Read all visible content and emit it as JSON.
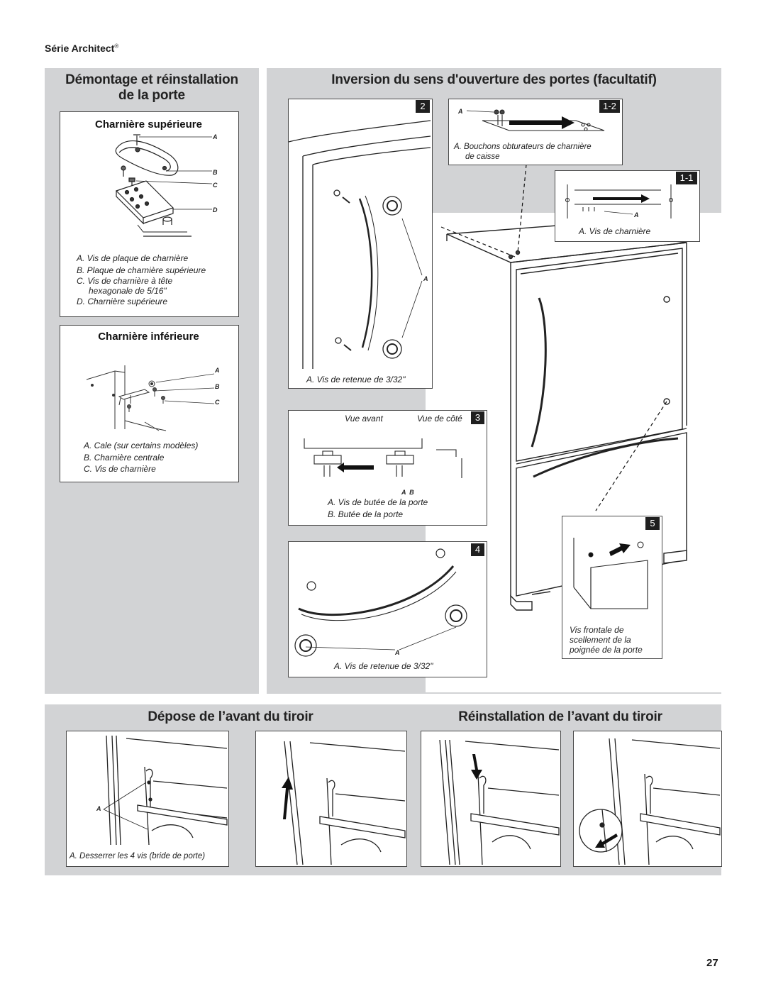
{
  "header": {
    "series_label": "Série Architect",
    "series_mark": "®"
  },
  "left_panel": {
    "title_line1": "Démontage et réinstallation",
    "title_line2": "de la porte",
    "upper_hinge": {
      "title": "Charnière supérieure",
      "callouts": [
        "A",
        "B",
        "C",
        "D"
      ],
      "legend": [
        "A. Vis de plaque de charnière",
        "B. Plaque de charnière supérieure",
        "C. Vis de charnière à tête",
        "hexagonale de 5/16\"",
        "D. Charnière supérieure"
      ]
    },
    "lower_hinge": {
      "title": "Charnière inférieure",
      "callouts": [
        "A",
        "B",
        "C"
      ],
      "legend": [
        "A. Cale (sur certains modèles)",
        "B. Charnière centrale",
        "C. Vis de charnière"
      ]
    }
  },
  "right_panel": {
    "title": "Inversion du sens d'ouverture des portes (facultatif)",
    "step2": {
      "number": "2",
      "callout": "A",
      "caption": "A. Vis de retenue de 3/32\""
    },
    "step1_2": {
      "number": "1-2",
      "callout": "A",
      "caption_line1": "A. Bouchons obturateurs de charnière",
      "caption_line2": "de caisse"
    },
    "step1_1": {
      "number": "1-1",
      "callout": "A",
      "caption": "A. Vis de charnière"
    },
    "step3": {
      "number": "3",
      "view_front": "Vue avant",
      "view_side": "Vue de côté",
      "callouts": "A  B",
      "caption_line1": "A. Vis de butée de la porte",
      "caption_line2": "B. Butée de la porte"
    },
    "step4": {
      "number": "4",
      "callout": "A",
      "caption": "A. Vis de retenue de 3/32\""
    },
    "step5": {
      "number": "5",
      "caption_line1": "Vis frontale de",
      "caption_line2": "scellement de la",
      "caption_line3": "poignée de la porte"
    }
  },
  "bottom_panel": {
    "title_left": "Dépose de l’avant du tiroir",
    "title_right": "Réinstallation de l’avant du tiroir",
    "fig1_callout": "A",
    "fig1_caption": "A. Desserrer les 4 vis (bride de porte)"
  },
  "page_number": "27"
}
